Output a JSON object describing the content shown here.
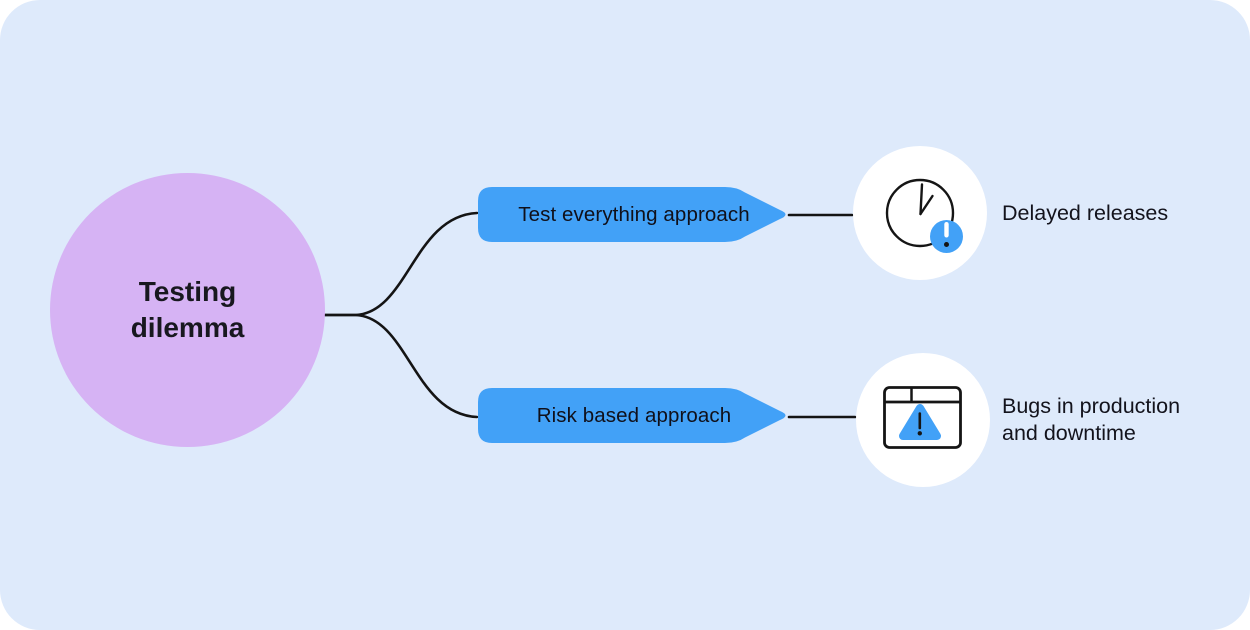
{
  "colors": {
    "page_background": "#FFFFFF",
    "canvas_background": "#DEEAFB",
    "root_fill": "#D6B3F4",
    "accent_blue": "#42A1F7",
    "ink": "#15151E",
    "connector_line": "#141414",
    "outcome_circle_fill": "#FFFFFF"
  },
  "root": {
    "label": "Testing dilemma"
  },
  "branches": [
    {
      "label": "Test everything approach",
      "outcome": "Delayed releases",
      "icon": "clock-alert-icon"
    },
    {
      "label": "Risk based approach",
      "outcome": "Bugs in production and downtime",
      "icon": "browser-warning-icon"
    }
  ]
}
